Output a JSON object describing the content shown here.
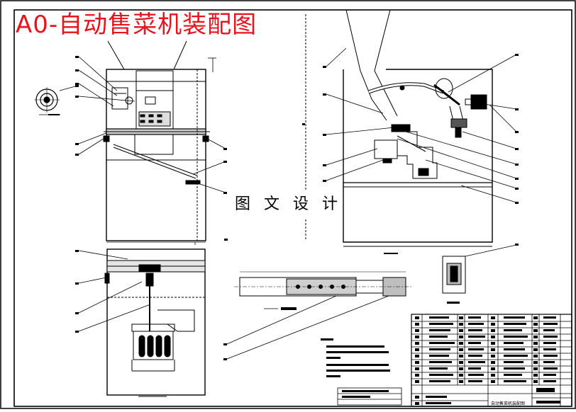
{
  "drawing": {
    "title": "A0-自动售菜机装配图",
    "watermark": "图 文 设 计"
  },
  "title_block": {
    "drawing_name": "自动售菜机装配图"
  },
  "colors": {
    "title": "#e8141b",
    "line": "#000000",
    "paper": "#ffffff"
  }
}
